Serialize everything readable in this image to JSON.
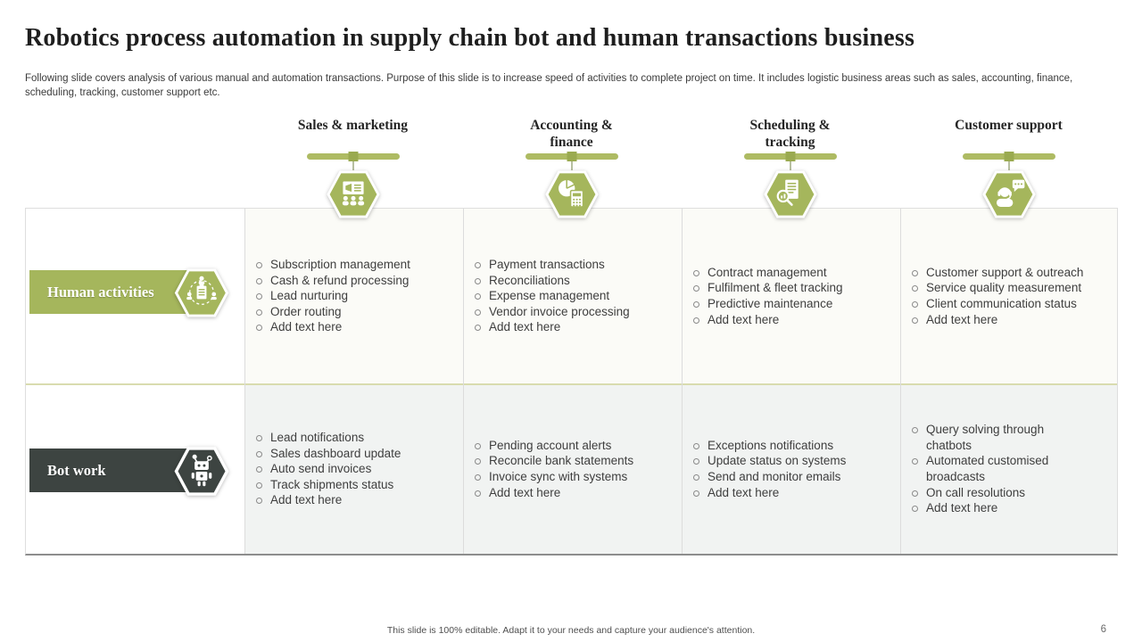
{
  "slide": {
    "title": "Robotics process automation in supply chain bot and human transactions business",
    "subtitle": "Following slide covers analysis of various manual and automation transactions. Purpose of this slide is to increase speed of activities to complete project on time. It includes logistic business areas such as sales, accounting, finance, scheduling, tracking, customer support etc.",
    "footer": "This slide is 100% editable.  Adapt it to your needs and capture your audience's attention.",
    "page_number": "6"
  },
  "colors": {
    "accent_green": "#a5b65c",
    "accent_green_bar": "#aebb63",
    "accent_green_node": "#9aaa50",
    "dark_slate": "#3d4441",
    "row1_background": "#fbfbf7",
    "row2_background": "#f1f3f2",
    "row_divider_olive": "#d9dcaf",
    "grid_line": "#dcdcdc",
    "body_text": "#3e3e3e"
  },
  "rows": [
    {
      "label": "Human activities",
      "icon": "human-activities-icon"
    },
    {
      "label": "Bot work",
      "icon": "bot-work-icon"
    }
  ],
  "columns": [
    {
      "header": "Sales & marketing",
      "icon": "sales-marketing-icon",
      "human_activities": [
        "Subscription management",
        "Cash & refund processing",
        "Lead nurturing",
        "Order routing",
        "Add text here"
      ],
      "bot_work": [
        "Lead notifications",
        "Sales dashboard update",
        "Auto send invoices",
        "Track shipments status",
        "Add text here"
      ]
    },
    {
      "header": "Accounting & finance",
      "icon": "accounting-finance-icon",
      "human_activities": [
        "Payment transactions",
        "Reconciliations",
        "Expense management",
        "Vendor invoice processing",
        "Add text here"
      ],
      "bot_work": [
        "Pending account alerts",
        "Reconcile bank statements",
        "Invoice sync with systems",
        "Add text here"
      ]
    },
    {
      "header": "Scheduling & tracking",
      "icon": "scheduling-tracking-icon",
      "human_activities": [
        "Contract management",
        "Fulfilment & fleet tracking",
        "Predictive maintenance",
        "Add text here"
      ],
      "bot_work": [
        "Exceptions notifications",
        "Update status on systems",
        "Send and monitor emails",
        "Add text here"
      ]
    },
    {
      "header": "Customer support",
      "icon": "customer-support-icon",
      "human_activities": [
        "Customer support & outreach",
        "Service quality measurement",
        "Client communication status",
        "Add text here"
      ],
      "bot_work": [
        "Query solving through chatbots",
        "Automated customised broadcasts",
        "On call resolutions",
        "Add text here"
      ]
    }
  ]
}
